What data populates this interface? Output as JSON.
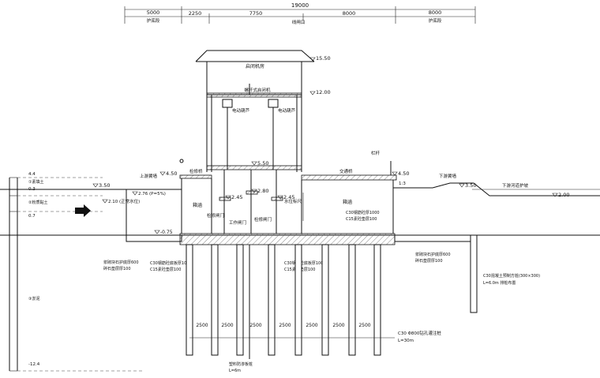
{
  "dims": {
    "top_total": "19000",
    "left": "5000",
    "left_note": "护底段",
    "right": "8000",
    "right_note": "护底段",
    "sub1": "2250",
    "sub2": "7750",
    "sub3": "8000",
    "center_note": "线闸口"
  },
  "elevations": {
    "roof": "15.50",
    "hoist_floor": "12.00",
    "deck": "5.50",
    "up_left": "4.50",
    "up_right": "4.50",
    "left_ground": "3.50",
    "right_ground": "3.50",
    "far_right": "2.00",
    "water_up": "2.76 (P=5%)",
    "water_normal": "2.10 (正常水位)",
    "sill_left": "-0.75",
    "gate_a": "2.45",
    "gate_b": "2.80",
    "gate_c": "2.45"
  },
  "labels": {
    "hoist_room": "启闭机房",
    "screw_hoist": "螺杆式启闭机",
    "hoist_a": "电动葫芦",
    "hoist_b": "电动葫芦",
    "maint_bridge": "检修桥",
    "traffic_bridge": "交通桥",
    "railing": "栏杆",
    "up_revet": "上游翼墙",
    "down_revet": "下游翼墙",
    "down_channel": "下游河道护坡",
    "left_chamber": "箱涵",
    "right_chamber": "箱涵",
    "maint_gate": "检修闸门",
    "work_gate": "工作闸门",
    "maint_gate_b": "检修闸门",
    "gauge": "水位标尺",
    "slope_ratio": "1:3",
    "right_slab_a": "C30钢筋砼厚1000",
    "right_slab_b": "C15素砼垫层100",
    "left_blanket_a": "浆砌块石护底厚600",
    "left_blanket_b": "碎石垫层厚100",
    "center_slab_a1": "C30钢筋砼底板厚1000",
    "center_slab_a2": "C15素砼垫层100",
    "center_slab_b1": "C30钢筋砼底板厚1000",
    "center_slab_b2": "C15素砼垫层100",
    "right_blanket_a": "浆砌块石护底厚600",
    "right_blanket_b": "碎石垫层厚100",
    "sheet_pile": "C30混凝土预制方桩(300×300)",
    "sheet_pile_len": "L=6.0m  排桩布置",
    "piles": "C30 Φ800钻孔灌注桩",
    "piles_len": "L=30m",
    "cutoff": "塑料防渗板桩",
    "cutoff_len": "L=6m",
    "pile_spacing": "2500",
    "soil1_top": "4.4",
    "soil1_name": "①素填土",
    "soil1_bottom": "0.3",
    "soil2_name": "②粉质黏土",
    "soil2_bottom": "0.7",
    "soil3_name": "③淤泥",
    "soil3_bottom": "-12.4"
  },
  "colors": {
    "line": "#111111",
    "hatch": "#555555"
  }
}
